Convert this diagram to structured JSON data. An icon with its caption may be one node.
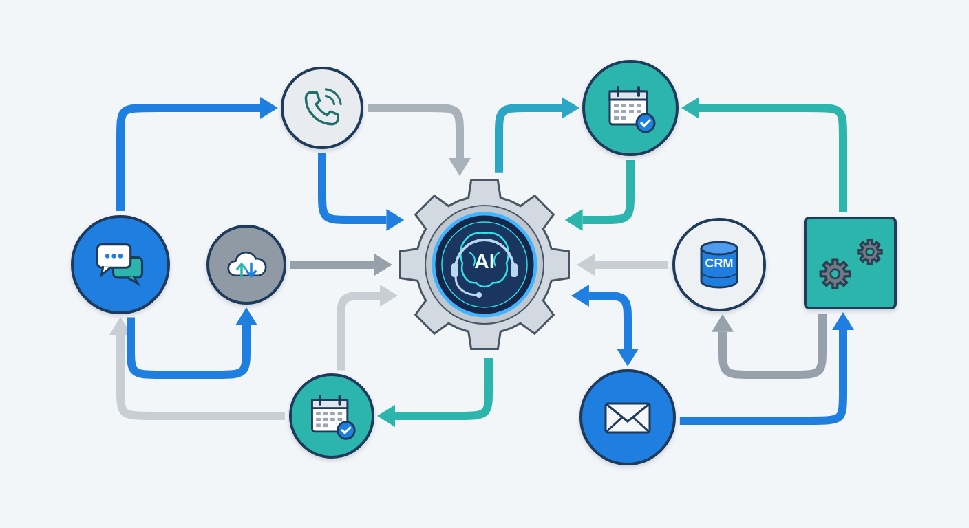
{
  "diagram": {
    "nodes": [
      {
        "text": [],
        "shape": "circle"
      },
      {
        "text": [],
        "shape": "circle"
      },
      {
        "text": [],
        "shape": "circle"
      },
      {
        "text": [
          "AI"
        ]
      },
      {
        "text": [],
        "shape": "circle"
      },
      {
        "text": [
          "CRM"
        ]
      },
      {
        "text": [],
        "shape": "box"
      },
      {
        "text": [],
        "shape": "circle"
      },
      {
        "text": [],
        "shape": "circle"
      }
    ],
    "edges": [
      {
        "from": 0,
        "to": 1,
        "arrow": "to"
      },
      {
        "from": 1,
        "to": 3,
        "arrow": "to",
        "color": "#a9b1b9"
      },
      {
        "from": 1,
        "to": 3,
        "arrow": "to"
      },
      {
        "from": 2,
        "to": 3,
        "arrow": "to",
        "color": "#97a1ab"
      },
      {
        "from": 7,
        "to": 3,
        "arrow": "to",
        "color": "#c9ced4"
      },
      {
        "from": 7,
        "to": 0,
        "arrow": "to",
        "color": "#c9ced4"
      },
      {
        "from": 0,
        "to": 2,
        "arrow": "to"
      },
      {
        "from": 3,
        "to": 7,
        "arrow": "to",
        "color": "#2bb5ac"
      },
      {
        "from": 3,
        "to": 4,
        "arrow": "to",
        "color": "#2ba6c4"
      },
      {
        "from": 4,
        "to": 3,
        "arrow": "to",
        "color": "#2bb5ac"
      },
      {
        "from": 5,
        "to": 3,
        "arrow": "to",
        "color": "#c9ced4"
      },
      {
        "from": 3,
        "to": 8,
        "arrow": "both"
      },
      {
        "from": 6,
        "to": 4,
        "arrow": "to",
        "color": "#2bb5ac"
      },
      {
        "from": 6,
        "to": 5,
        "arrow": "to",
        "color": "#97a1ab"
      },
      {
        "from": 8,
        "to": 6,
        "arrow": "to"
      }
    ]
  }
}
